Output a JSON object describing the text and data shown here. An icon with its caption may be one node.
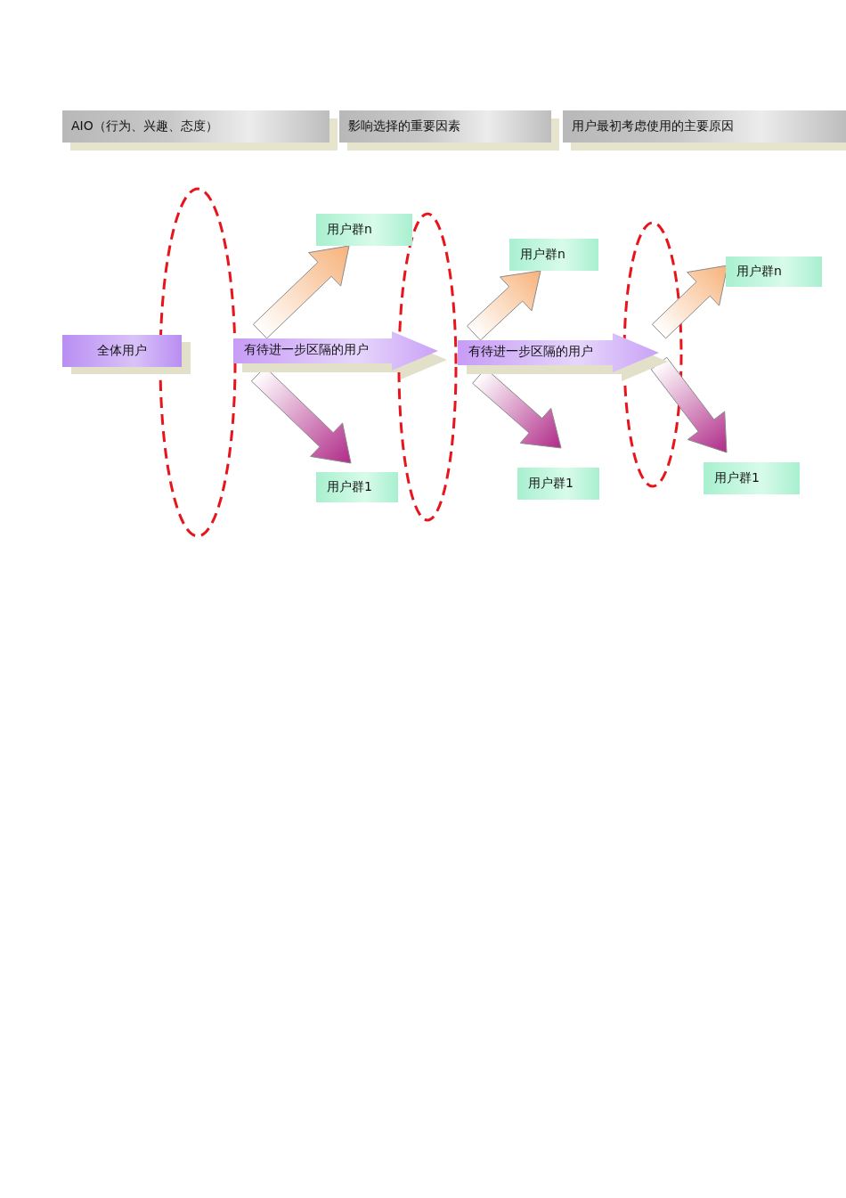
{
  "diagram": {
    "nodes": [
      {
        "text": [
          "AIO（行为、兴趣、态度）"
        ]
      },
      {
        "text": [
          "影响选择的重要因素"
        ]
      },
      {
        "text": [
          "用户最初考虑使用的主要原因"
        ]
      },
      {
        "text": [
          "全体用户"
        ]
      },
      {
        "text": [
          "有待进一步区隔的用户"
        ]
      },
      {
        "text": [
          "用户群n"
        ]
      },
      {
        "text": [
          "用户群1"
        ]
      },
      {
        "text": [
          "有待进一步区隔的用户"
        ]
      },
      {
        "text": [
          "用户群n"
        ]
      },
      {
        "text": [
          "用户群1"
        ]
      },
      {
        "text": [
          "用户群n"
        ]
      },
      {
        "text": [
          "用户群1"
        ]
      },
      {
        "text": [],
        "shape": "ellipse"
      },
      {
        "text": [],
        "shape": "ellipse"
      },
      {
        "text": [],
        "shape": "ellipse"
      }
    ],
    "edges": [
      {
        "from": 4,
        "to": 5,
        "arrow": "to",
        "style": "thick",
        "color": "#f7b27a"
      },
      {
        "from": 4,
        "to": 6,
        "arrow": "to",
        "style": "thick",
        "color": "#b02a88"
      },
      {
        "from": 7,
        "to": 8,
        "arrow": "to",
        "style": "thick",
        "color": "#f7b27a"
      },
      {
        "from": 7,
        "to": 9,
        "arrow": "to",
        "style": "thick",
        "color": "#b02a88"
      },
      {
        "from": 7,
        "to": 10,
        "arrow": "to",
        "style": "thick",
        "color": "#f7b27a"
      },
      {
        "from": 7,
        "to": 11,
        "arrow": "to",
        "style": "thick",
        "color": "#b02a88"
      }
    ]
  }
}
